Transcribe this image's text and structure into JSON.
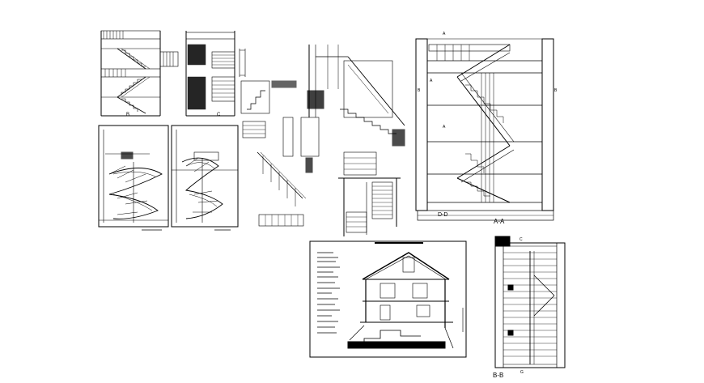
{
  "drawing": {
    "labels": {
      "b_left": "B",
      "c_left": "C",
      "a_top": "A",
      "a_mid_left": "A",
      "a_mid_center": "A",
      "b_right": "B",
      "b_left_side": "B",
      "dd": "D-D",
      "aa": "A-A",
      "c_bottom": "C",
      "g_bottom": "G",
      "bb": "B-B"
    }
  }
}
